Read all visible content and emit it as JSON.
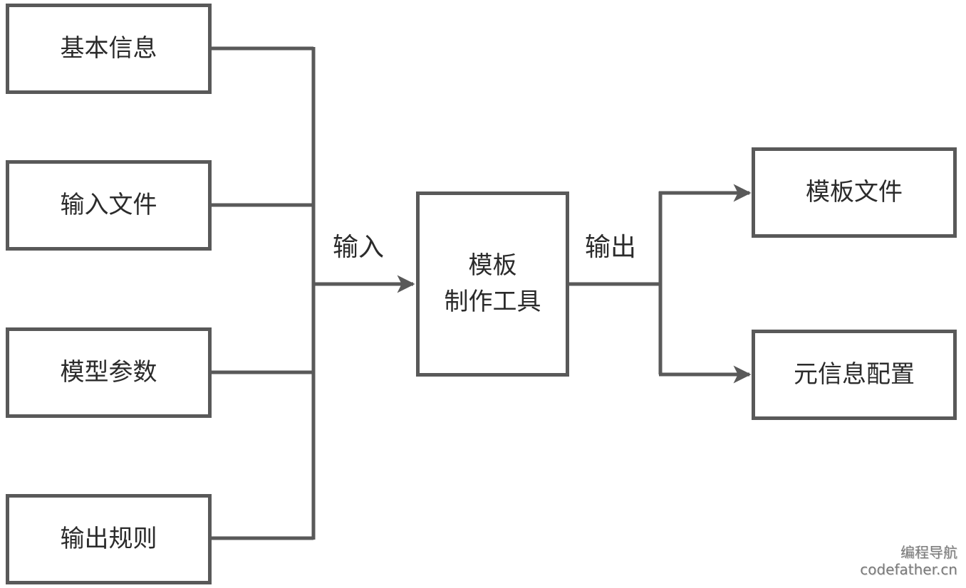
{
  "inputs": [
    {
      "label": "基本信息"
    },
    {
      "label": "输入文件"
    },
    {
      "label": "模型参数"
    },
    {
      "label": "输出规则"
    }
  ],
  "center": {
    "line1": "模板",
    "line2": "制作工具"
  },
  "edge_labels": {
    "input": "输入",
    "output": "输出"
  },
  "outputs": [
    {
      "label": "模板文件"
    },
    {
      "label": "元信息配置"
    }
  ],
  "watermark": {
    "line1": "编程导航",
    "line2": "codefather.cn"
  },
  "colors": {
    "stroke": "#595959",
    "text": "#2b2b2b",
    "background": "#ffffff"
  }
}
